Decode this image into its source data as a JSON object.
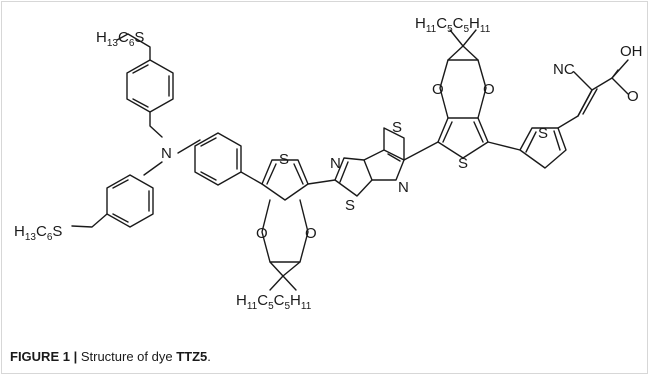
{
  "figure": {
    "label": "FIGURE 1 |",
    "caption_text": "Structure of dye ",
    "dye_name": "TTZ5",
    "caption_end": "."
  },
  "molecule": {
    "atoms": {
      "s_thiophene_left": "S",
      "n_amine": "N",
      "o_ring1_left": "O",
      "o_ring1_right": "O",
      "n_tz_left": "N",
      "s_tz_top": "S",
      "s_tz_bottom": "S",
      "n_tz_right": "N",
      "s_edot_right": "S",
      "o_ring2_left": "O",
      "o_ring2_right": "O",
      "s_end_thiophene": "S",
      "nitrile": "NC",
      "acid_oh": "OH",
      "acid_o": "O"
    },
    "hexylthio_top": {
      "c": "H",
      "c_sub": "13",
      "mid": "C",
      "mid_sub": "6",
      "end": "S"
    },
    "hexylthio_bottom": {
      "c": "H",
      "c_sub": "13",
      "mid": "C",
      "mid_sub": "6",
      "end": "S"
    },
    "alkyl_top": {
      "a": "H",
      "a_sub": "11",
      "b": "C",
      "b_sub": "5",
      "c": "C",
      "c_sub": "5",
      "d": "H",
      "d_sub": "11"
    },
    "alkyl_bottom": {
      "a": "H",
      "a_sub": "11",
      "b": "C",
      "b_sub": "5",
      "c": "C",
      "c_sub": "5",
      "d": "H",
      "d_sub": "11"
    }
  }
}
